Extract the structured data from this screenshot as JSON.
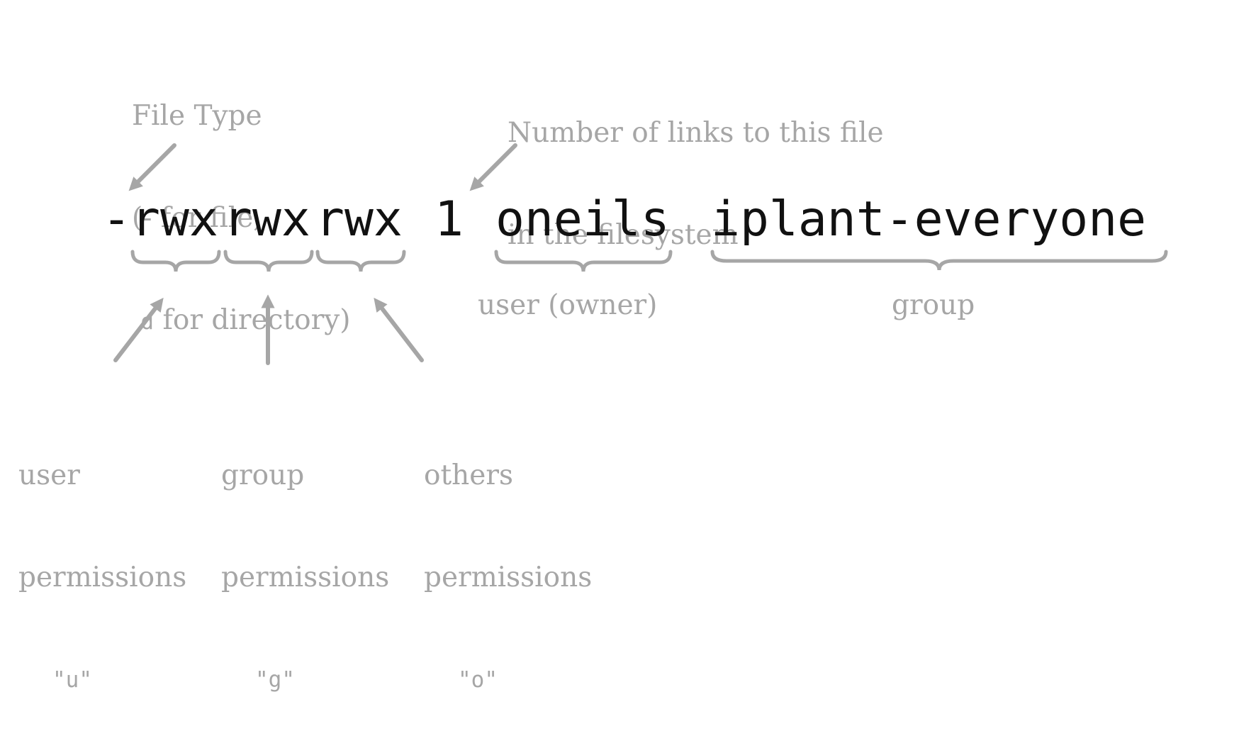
{
  "command_line": {
    "file_type": "-",
    "user_perms": "rwx",
    "group_perms": "rwx",
    "others_perms": "rwx",
    "link_count": "1",
    "owner": "oneils",
    "group": "iplant-everyone"
  },
  "labels": {
    "file_type": {
      "line1": "File Type",
      "line2": "(- for file,",
      "line3_code": "d",
      "line3_rest": " for directory)"
    },
    "links": {
      "line1": "Number of links to this file",
      "line2": "in the filesystem"
    },
    "owner": "user (owner)",
    "group": "group",
    "user_perms": {
      "line1": "user",
      "line2": "permissions",
      "code": "\"u\""
    },
    "group_perms": {
      "line1": "group",
      "line2": "permissions",
      "code": "\"g\""
    },
    "others_perms": {
      "line1": "others",
      "line2": "permissions",
      "code": "\"o\""
    }
  },
  "colors": {
    "annotation": "#a6a6a6",
    "text": "#111111"
  }
}
